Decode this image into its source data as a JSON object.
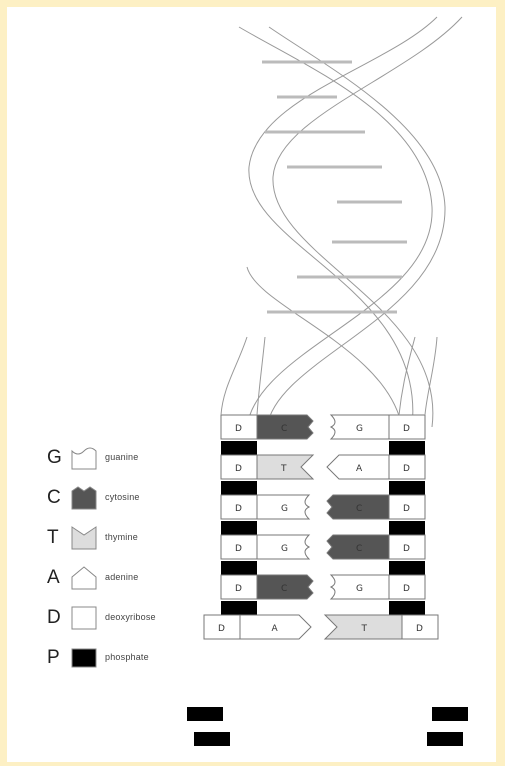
{
  "legend": [
    {
      "letter": "G",
      "name": "guanine"
    },
    {
      "letter": "C",
      "name": "cytosine"
    },
    {
      "letter": "T",
      "name": "thymine"
    },
    {
      "letter": "A",
      "name": "adenine"
    },
    {
      "letter": "D",
      "name": "deoxyribose"
    },
    {
      "letter": "P",
      "name": "phosphate"
    }
  ],
  "ladder": {
    "sugar_label": "D",
    "rows": [
      {
        "left": "C",
        "right": "G"
      },
      {
        "left": "T",
        "right": "A"
      },
      {
        "left": "G",
        "right": "C"
      },
      {
        "left": "G",
        "right": "C"
      },
      {
        "left": "C",
        "right": "G"
      },
      {
        "left": "A",
        "right": "T"
      }
    ]
  },
  "colors": {
    "page_border": "#fdf0c4",
    "phosphate": "#000000",
    "cytosine": "#555555",
    "thymine": "#dddddd",
    "helix_line": "#999999",
    "rung": "#bbbbbb"
  }
}
